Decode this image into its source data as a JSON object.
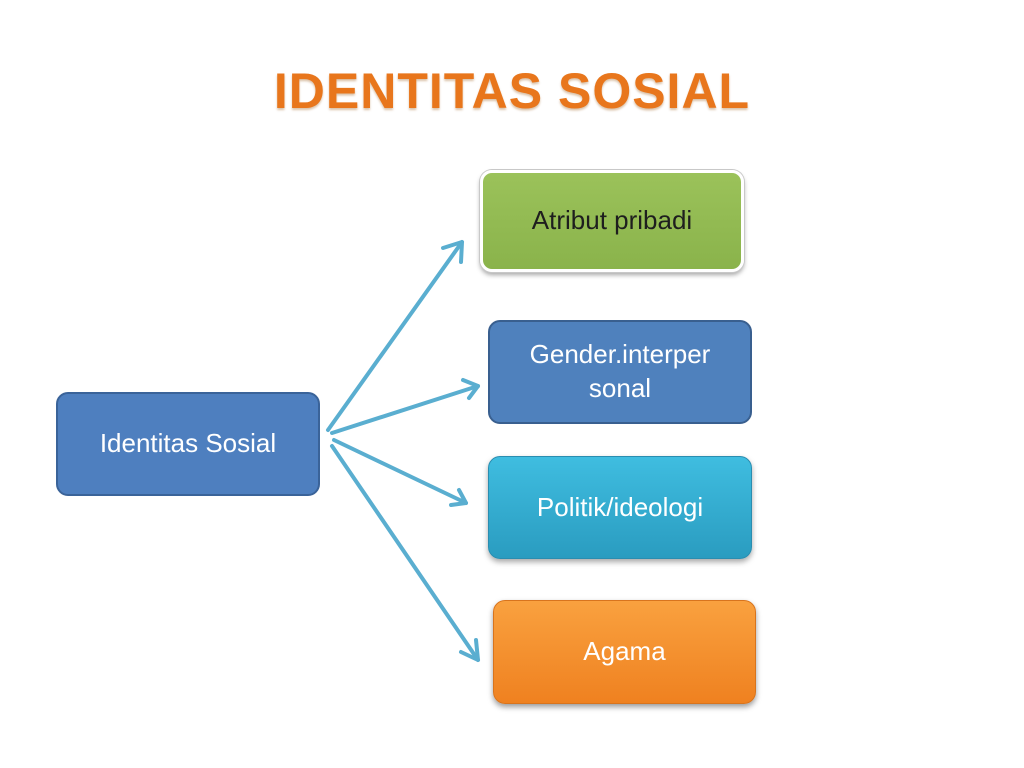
{
  "title": "IDENTITAS SOSIAL",
  "source": {
    "label": "Identitas Sosial"
  },
  "targets": [
    {
      "label": "Atribut pribadi",
      "color": "#9bc25a"
    },
    {
      "label": "Gender.interper sonal",
      "color": "#4f81bd"
    },
    {
      "label": "Politik/ideologi",
      "color": "#31acd3"
    },
    {
      "label": "Agama",
      "color": "#f5912d"
    }
  ],
  "colors": {
    "title": "#e8761c",
    "arrow": "#5aaed0",
    "source_box": "#4e7fbf"
  }
}
